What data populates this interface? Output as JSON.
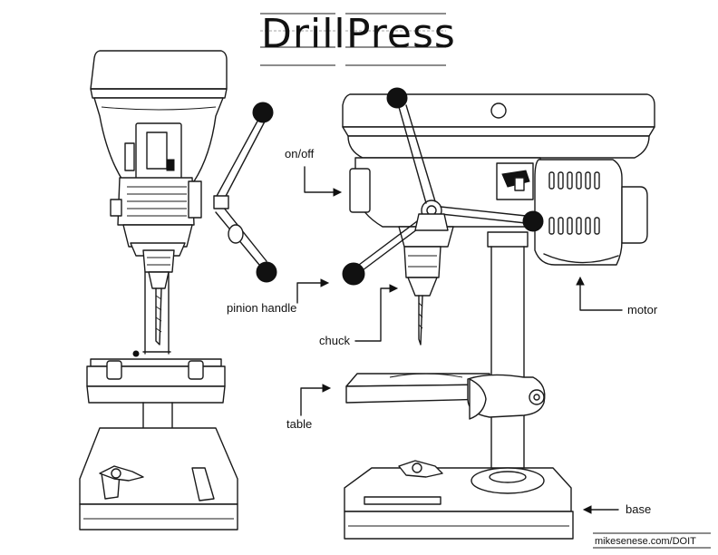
{
  "title": {
    "word1": "Drill",
    "word2": "Press"
  },
  "labels": {
    "on_off": "on/off",
    "pinion_handle": "pinion handle",
    "chuck": "chuck",
    "table": "table",
    "motor": "motor",
    "base": "base"
  },
  "credit": "mikesenese.com/DOIT",
  "colors": {
    "ink": "#111111",
    "paper": "#ffffff"
  }
}
